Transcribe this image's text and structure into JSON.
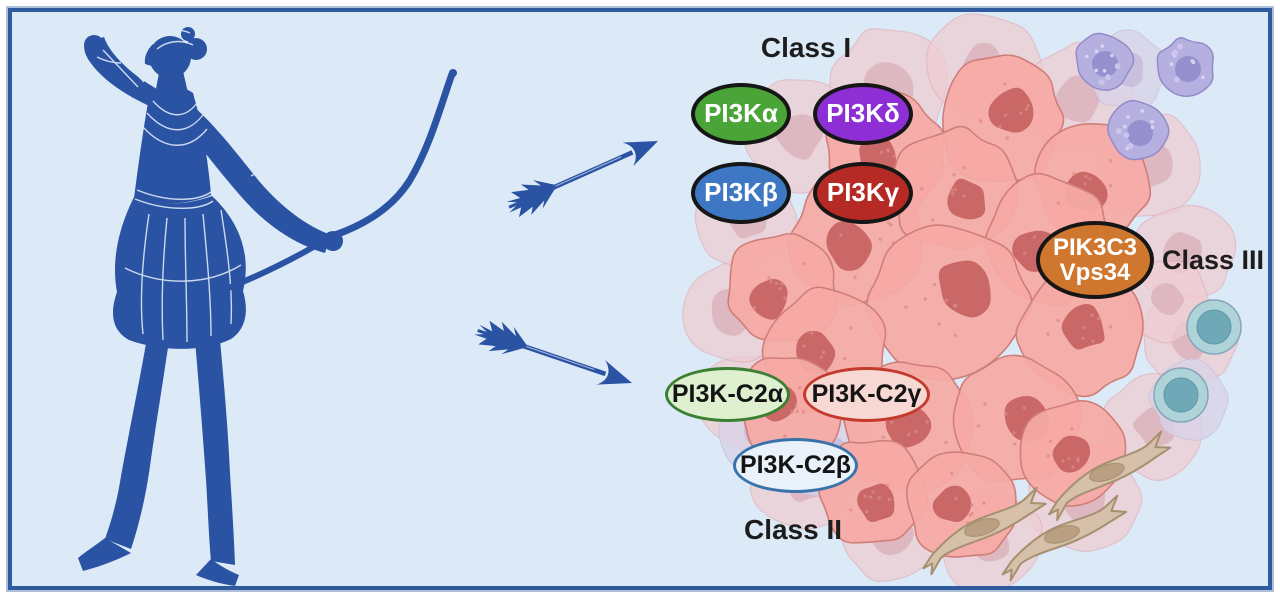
{
  "canvas": {
    "outer_background": "#ffffff",
    "figure_background": "#dce9f7",
    "frame_border_color": "#2e5b9c"
  },
  "labels": {
    "class_i": "Class I",
    "class_ii": "Class II",
    "class_iii": "Class III"
  },
  "class_i_isoforms": [
    {
      "label": "PI3Kα",
      "fill": "#4aa437",
      "text_color": "#ffffff",
      "outline": "#161616"
    },
    {
      "label": "PI3Kδ",
      "fill": "#8e2fd6",
      "text_color": "#ffffff",
      "outline": "#161616"
    },
    {
      "label": "PI3Kβ",
      "fill": "#3e77c4",
      "text_color": "#ffffff",
      "outline": "#161616"
    },
    {
      "label": "PI3Kγ",
      "fill": "#b62a25",
      "text_color": "#ffffff",
      "outline": "#161616"
    }
  ],
  "class_ii_isoforms": [
    {
      "label": "PI3K-C2α",
      "fill": "#dff0d0",
      "text_color": "#141414",
      "outline": "#3c7f33"
    },
    {
      "label": "PI3K-C2γ",
      "fill": "#f7d8d2",
      "text_color": "#141414",
      "outline": "#c23b2c"
    },
    {
      "label": "PI3K-C2β",
      "fill": "#e9f1fb",
      "text_color": "#141414",
      "outline": "#3a72aa"
    }
  ],
  "class_iii_isoform": {
    "label_line1": "PIK3C3",
    "label_line2": "Vps34",
    "fill": "#d0772f",
    "text_color": "#ffffff",
    "outline": "#161616"
  },
  "icons": {
    "archer": "artemis-archer-icon",
    "bow": "bow-icon",
    "upper_arrow": "arrow-icon",
    "lower_arrow": "arrow-icon",
    "tumor": "tumor-cell-cluster-illustration",
    "purple_cells": "immune-cell-purple-icon",
    "teal_cells": "immune-cell-teal-icon",
    "fibroblasts": "fibroblast-cell-icon"
  },
  "illustration_colors": {
    "archer_blue": "#2b53a3",
    "tumor_cell_fill": "#f6aaa5",
    "tumor_cell_outline": "#cf7e79",
    "tumor_nucleus": "#c4605f",
    "tumor_halo_cell": "#efccd1",
    "tumor_halo_lavender": "#d8d2e6",
    "purple_cell_fill": "#b6b0e0",
    "purple_cell_nucleus": "#9790cf",
    "teal_cell_fill": "#aed3d8",
    "teal_cell_nucleus": "#6fa9b7",
    "fibroblast_fill": "#d7c0a9",
    "fibroblast_outline": "#a5906f"
  }
}
